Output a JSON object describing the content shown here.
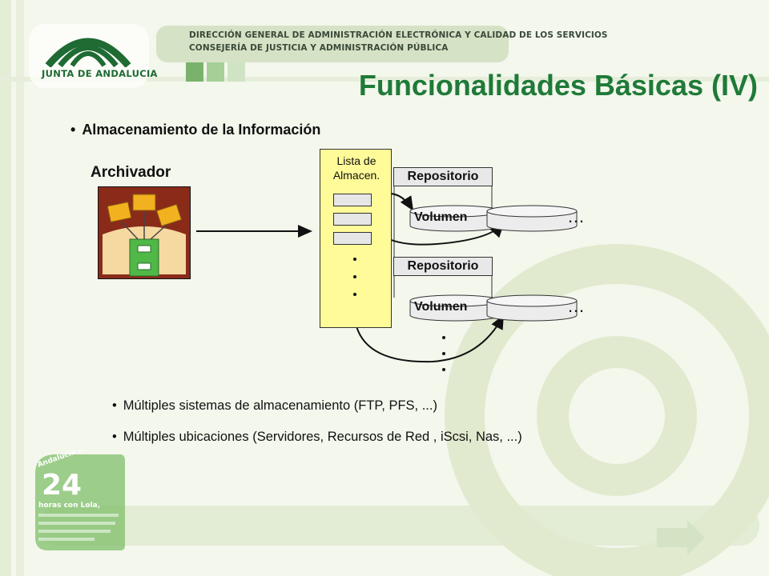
{
  "header": {
    "line1": "DIRECCIÓN GENERAL DE ADMINISTRACIÓN ELECTRÓNICA Y CALIDAD DE LOS SERVICIOS",
    "line2": "CONSEJERÍA DE JUSTICIA Y ADMINISTRACIÓN PÚBLICA",
    "logo_text": "JUNTA DE ANDALUCIA"
  },
  "title": "Funcionalidades Básicas (IV)",
  "subtitle": "Almacenamiento de la Información",
  "diagram": {
    "archivador_label": "Archivador",
    "list_label_1": "Lista de",
    "list_label_2": "Almacen.",
    "repo_label": "Repositorio",
    "volume_label": "Volumen",
    "ellipsis": "…"
  },
  "bullets": [
    "Múltiples sistemas de almacenamiento (FTP, PFS, ...)",
    "Múltiples ubicaciones (Servidores, Recursos de Red , iScsi, Nas, ...)"
  ],
  "badge": {
    "top_text": "Andalucía en la Red",
    "number": "24",
    "text": "horas con Lola,"
  },
  "colors": {
    "title_green": "#1f7a38",
    "list_yellow": "#fffb99",
    "background": "#f3f7ec"
  }
}
